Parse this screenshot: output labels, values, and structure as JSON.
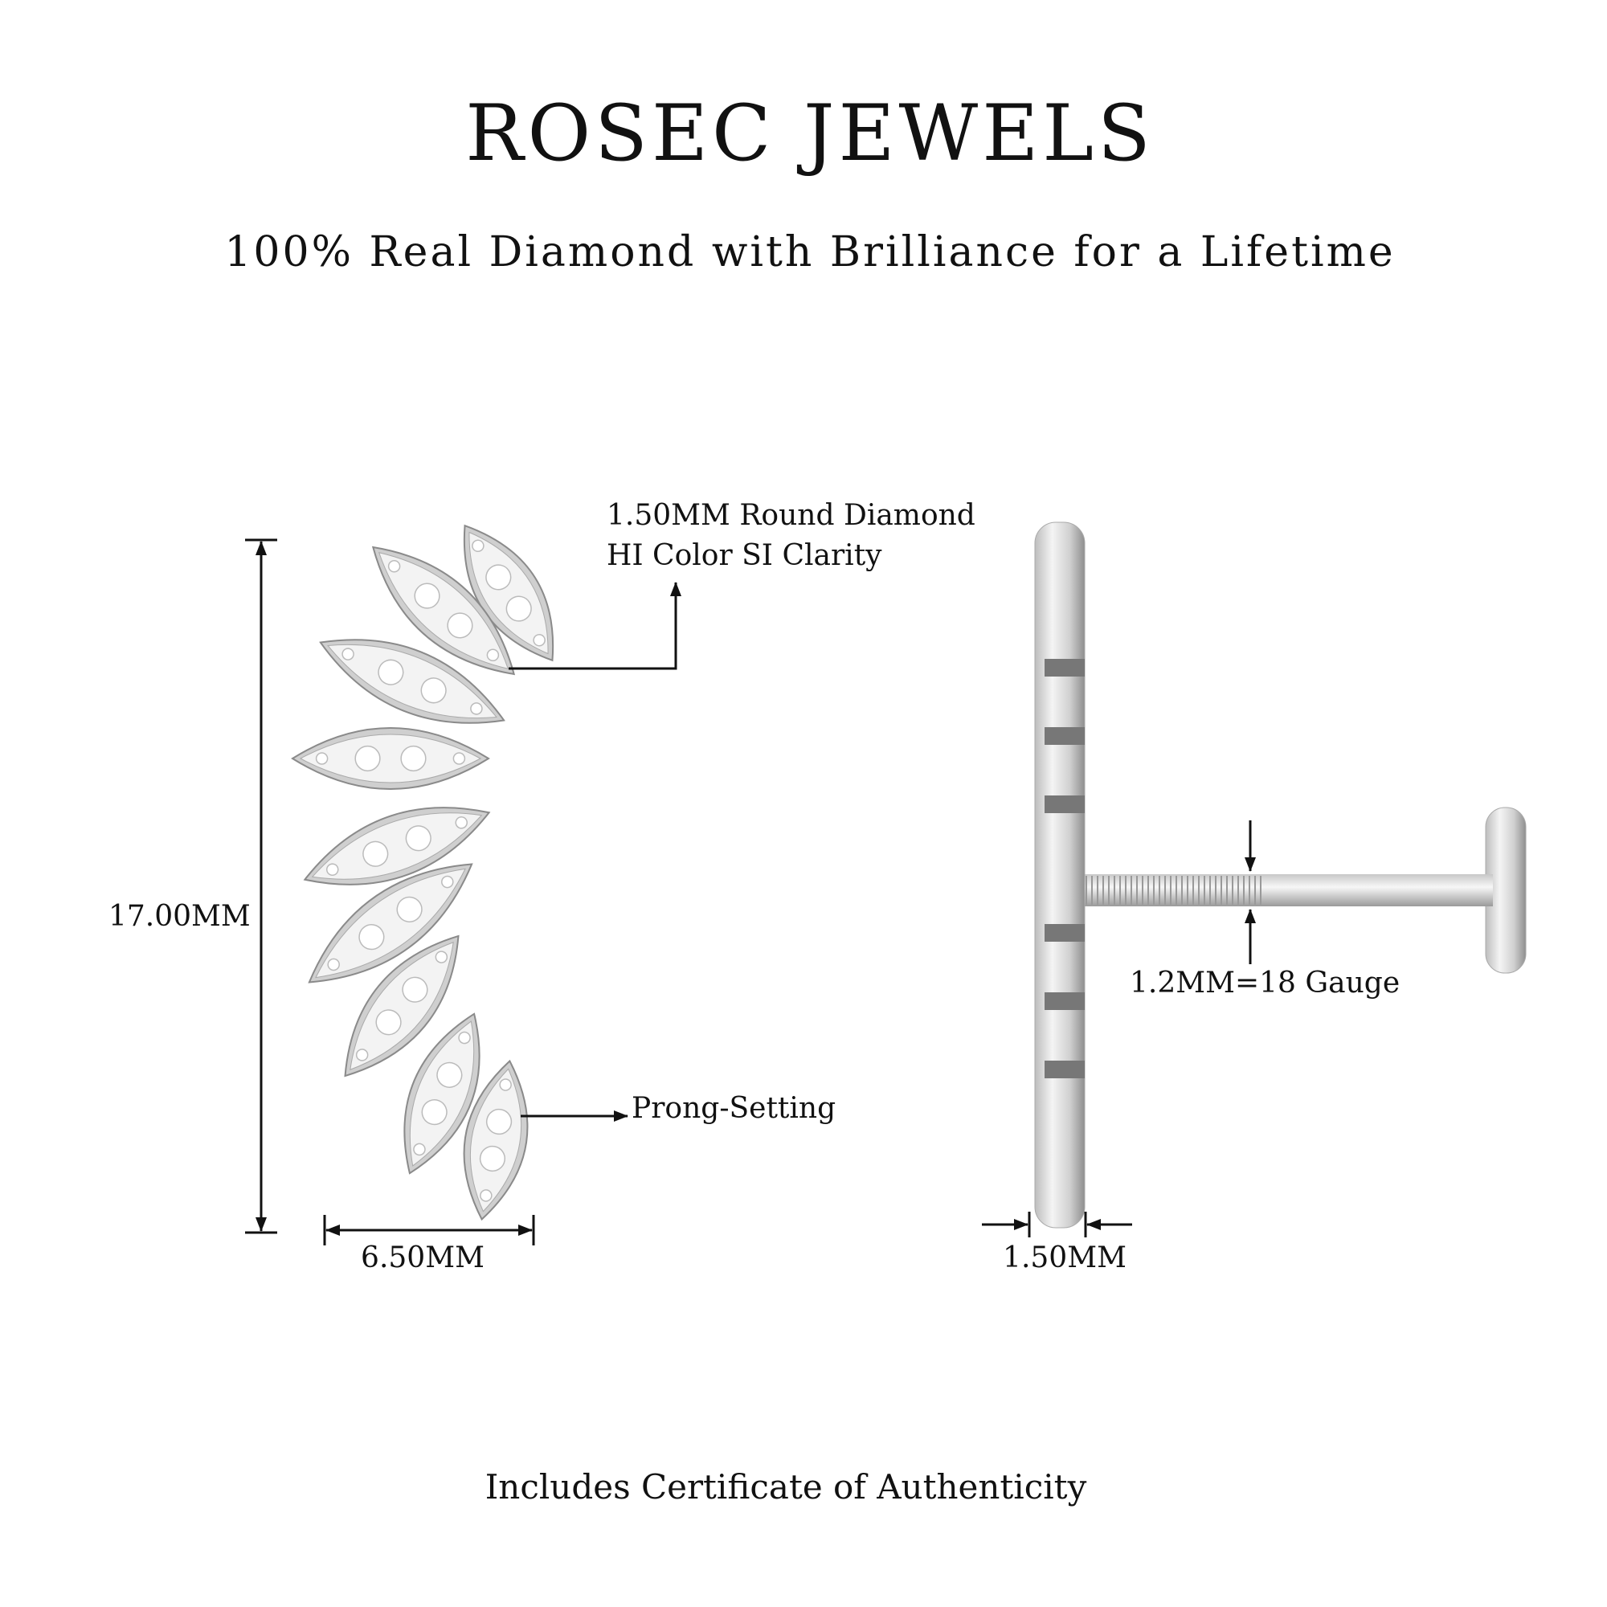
{
  "header": {
    "brand": "ROSEC JEWELS",
    "tagline": "100% Real Diamond with Brilliance for a Lifetime"
  },
  "front_view": {
    "height_label": "17.00MM",
    "width_label": "6.50MM",
    "stone_callout_line1": "1.50MM Round Diamond",
    "stone_callout_line2": "HI Color SI Clarity",
    "setting_callout": "Prong-Setting"
  },
  "side_view": {
    "gauge_label": "1.2MM=18 Gauge",
    "thickness_label": "1.50MM"
  },
  "footer": {
    "certificate_text": "Includes Certificate of Authenticity"
  },
  "colors": {
    "text": "#111111",
    "metal": "#d9d9d9",
    "metal_dark": "#9a9a9a"
  }
}
